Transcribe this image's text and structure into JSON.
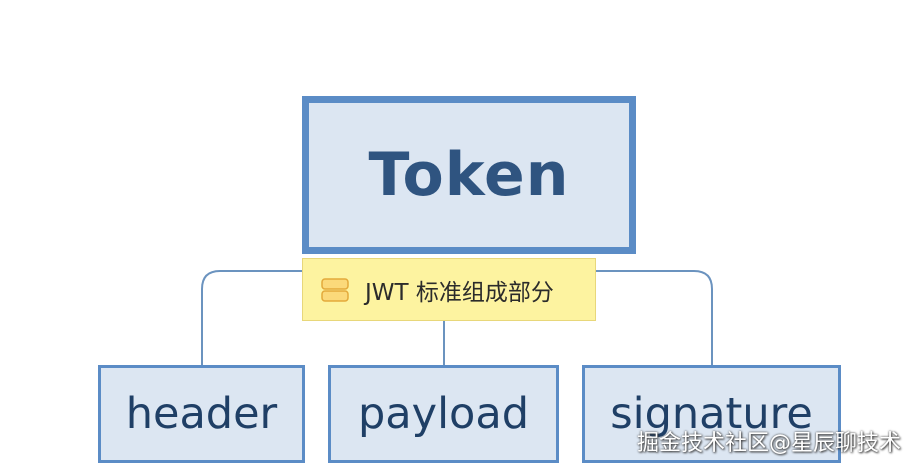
{
  "diagram": {
    "root": {
      "label": "Token"
    },
    "note": {
      "label": "JWT 标准组成部分",
      "icon": "note-icon"
    },
    "children": [
      {
        "label": "header"
      },
      {
        "label": "payload"
      },
      {
        "label": "signature"
      }
    ]
  },
  "watermark": {
    "text": "掘金技术社区@星辰聊技术"
  },
  "colors": {
    "node_border": "#5b8cc6",
    "node_fill": "#dce6f2",
    "root_text": "#2f5480",
    "child_text": "#1f3f66",
    "note_fill": "#fdf3a0",
    "connector": "#6b93bf"
  }
}
